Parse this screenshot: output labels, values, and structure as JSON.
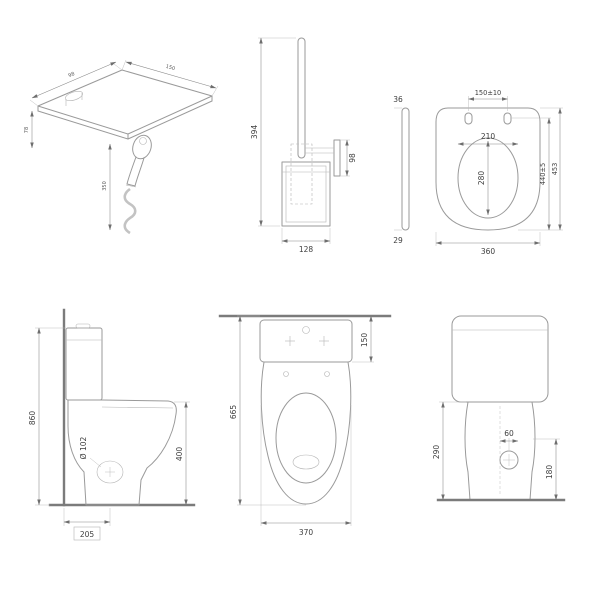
{
  "sheet": {
    "background": "#ffffff"
  },
  "colors": {
    "outline": "#9a9a9a",
    "thin_line": "#b5b5b5",
    "wall_line": "#7b7b7b",
    "dim_line": "#878787",
    "dim_text": "#3e3e3e"
  },
  "panels": {
    "sprayer": {
      "name": "Hygienic shower with shelf — isometric view",
      "dims": {
        "edge_left": "98",
        "edge_right": "150",
        "drop": "78",
        "hose": "350"
      }
    },
    "brush": {
      "name": "Wall-mounted toilet brush set",
      "dims": {
        "height": "394",
        "depth": "128",
        "holder": "98"
      }
    },
    "seat": {
      "name": "Toilet seat — side and top view",
      "dims": {
        "front_thickness": "36",
        "rear_thickness": "29",
        "hinge_spacing": "150±10",
        "inner_width": "210",
        "inner_length": "280",
        "length": "440±5",
        "overall_length": "453",
        "width": "360"
      }
    },
    "wc_side": {
      "name": "WC — side view",
      "dims": {
        "overall_height": "860",
        "outlet_diameter": "Ø 102",
        "bowl_height": "400",
        "outlet_offset": "205"
      }
    },
    "wc_front": {
      "name": "WC — plan view",
      "dims": {
        "overall_depth": "665",
        "cistern_depth": "150",
        "width": "370"
      }
    },
    "wc_rear": {
      "name": "WC — rear view",
      "dims": {
        "inlet_offset": "60",
        "base_height": "290",
        "outlet_height": "180"
      }
    }
  }
}
